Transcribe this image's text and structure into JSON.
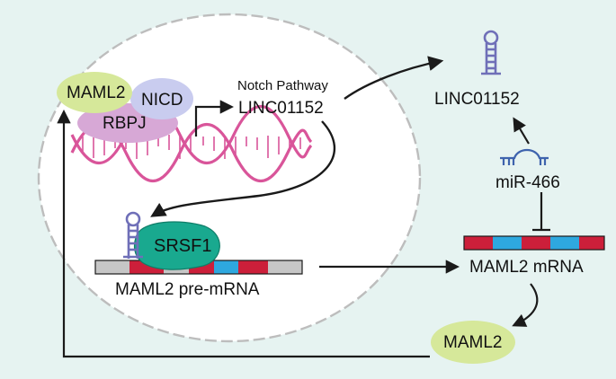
{
  "complex": {
    "maml2": "MAML2",
    "nicd": "NICD",
    "rbpj": "RBPJ"
  },
  "nucleus": {
    "notch_pathway": "Notch Pathway",
    "linc_nuclear": "LINC01152",
    "srsf1": "SRSF1",
    "pre_mrna": "MAML2 pre-mRNA"
  },
  "cytoplasm": {
    "linc_cyto": "LINC01152",
    "mir": "miR-466",
    "mrna": "MAML2 mRNA",
    "maml2_protein": "MAML2"
  },
  "colors": {
    "background": "#e6f3f1",
    "nucleus_fill": "#ffffff",
    "maml2": "#d6e89a",
    "nicd": "#c9ccef",
    "rbpj": "#d7a8d6",
    "dna": "#d9559a",
    "srsf1": "#19a98f",
    "exon_red": "#cc1f3a",
    "exon_blue": "#2ea8df",
    "intron_gray": "#c6c6c6",
    "rna_hairpin": "#6f6fb8",
    "mirna": "#3e63ad"
  },
  "icons": [
    "dna-helix-icon",
    "rna-hairpin-icon",
    "mirna-hairpin-icon"
  ]
}
